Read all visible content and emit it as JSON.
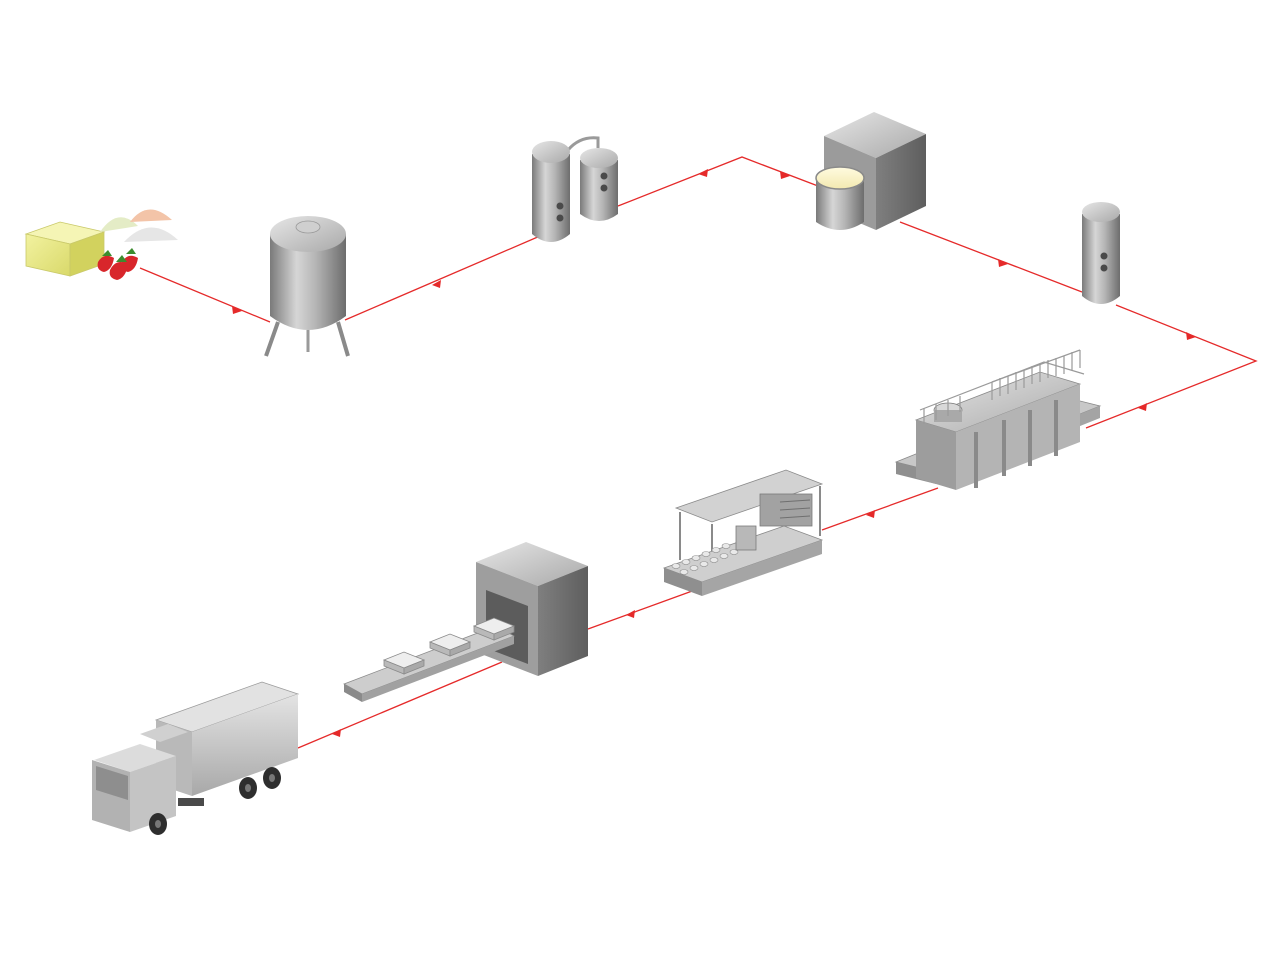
{
  "diagram": {
    "kind": "process-flow",
    "flow_color": "#e52a2a",
    "stages": [
      {
        "id": "ingredients",
        "icon": "ingredients-icon"
      },
      {
        "id": "mixing-tank",
        "icon": "mixing-tank-icon"
      },
      {
        "id": "pasteurizer",
        "icon": "twin-tank-icon"
      },
      {
        "id": "homogenizer",
        "icon": "homogenizer-icon"
      },
      {
        "id": "aging-tank",
        "icon": "aging-tank-icon"
      },
      {
        "id": "freezer-line",
        "icon": "freezer-line-icon"
      },
      {
        "id": "filling-machine",
        "icon": "filling-machine-icon"
      },
      {
        "id": "hardening-tunnel",
        "icon": "hardening-tunnel-icon"
      },
      {
        "id": "delivery-truck",
        "icon": "truck-icon"
      }
    ]
  }
}
